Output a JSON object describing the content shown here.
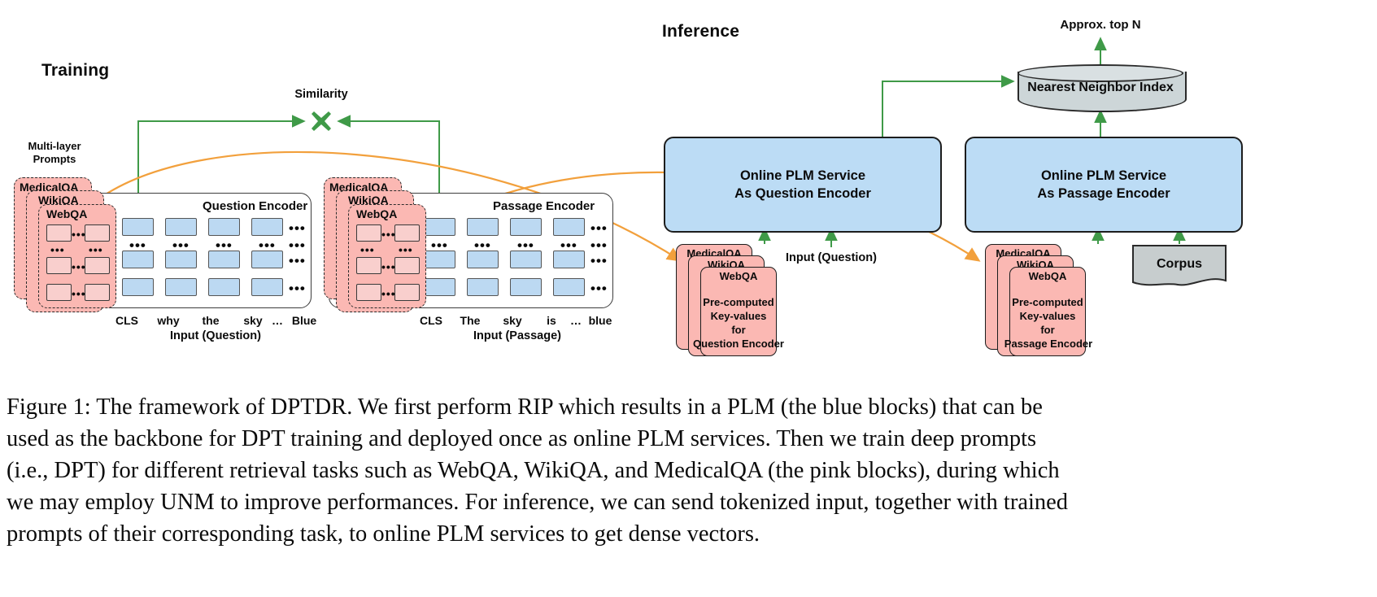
{
  "figure": {
    "sections": {
      "training_title": "Training",
      "inference_title": "Inference"
    },
    "training": {
      "similarity_label": "Similarity",
      "similarity_icon": "multiply-x-icon",
      "multi_layer_prompts_label_line1": "Multi-layer",
      "multi_layer_prompts_label_line2": "Prompts",
      "question_encoder_title": "Question Encoder",
      "passage_encoder_title": "Passage Encoder",
      "prompt_tasks": [
        "MedicalQA",
        "WikiQA",
        "WebQA"
      ],
      "question_tokens": [
        "CLS",
        "why",
        "the",
        "sky",
        "…",
        "Blue"
      ],
      "question_input_label": "Input (Question)",
      "passage_tokens": [
        "CLS",
        "The",
        "sky",
        "is",
        "…",
        "blue"
      ],
      "passage_input_label": "Input (Passage)",
      "grid_ellipsis": "•••"
    },
    "inference": {
      "question_service_line1": "Online PLM Service",
      "question_service_line2": "As Question Encoder",
      "passage_service_line1": "Online PLM Service",
      "passage_service_line2": "As Passage Encoder",
      "question_kv_tasks": [
        "MedicalQA",
        "WikiQA",
        "WebQA"
      ],
      "question_kv_body": [
        "Pre-computed",
        "Key-values",
        "for",
        "Question Encoder"
      ],
      "passage_kv_tasks": [
        "MedicalQA",
        "WikiQA",
        "WebQA"
      ],
      "passage_kv_body": [
        "Pre-computed",
        "Key-values",
        "for",
        "Passage Encoder"
      ],
      "input_question_label": "Input (Question)",
      "corpus_label": "Corpus",
      "index_label": "Nearest Neighbor Index",
      "top_n_label": "Approx. top N"
    },
    "colors": {
      "blue_block": "#bcd9f2",
      "blue_service": "#bcdcf5",
      "pink_block": "#fbb8b3",
      "pink_cell": "#f9cfcd",
      "arrow_green": "#3f9a48",
      "arrow_orange": "#f2a03c",
      "cylinder_gray": "#cdd6d8",
      "corpus_gray": "#c7cdce"
    }
  },
  "caption": {
    "lines": [
      "Figure 1:  The framework of DPTDR. We first perform RIP which results in a PLM (the blue blocks) that can be",
      "used as the backbone for DPT training and deployed once as online PLM services.  Then we train deep prompts",
      "(i.e., DPT) for different retrieval tasks such as WebQA, WikiQA, and MedicalQA (the pink blocks), during which",
      "we may employ UNM to improve performances. For inference, we can send tokenized input, together with trained",
      "prompts of their corresponding task, to online PLM services to get dense vectors."
    ]
  }
}
